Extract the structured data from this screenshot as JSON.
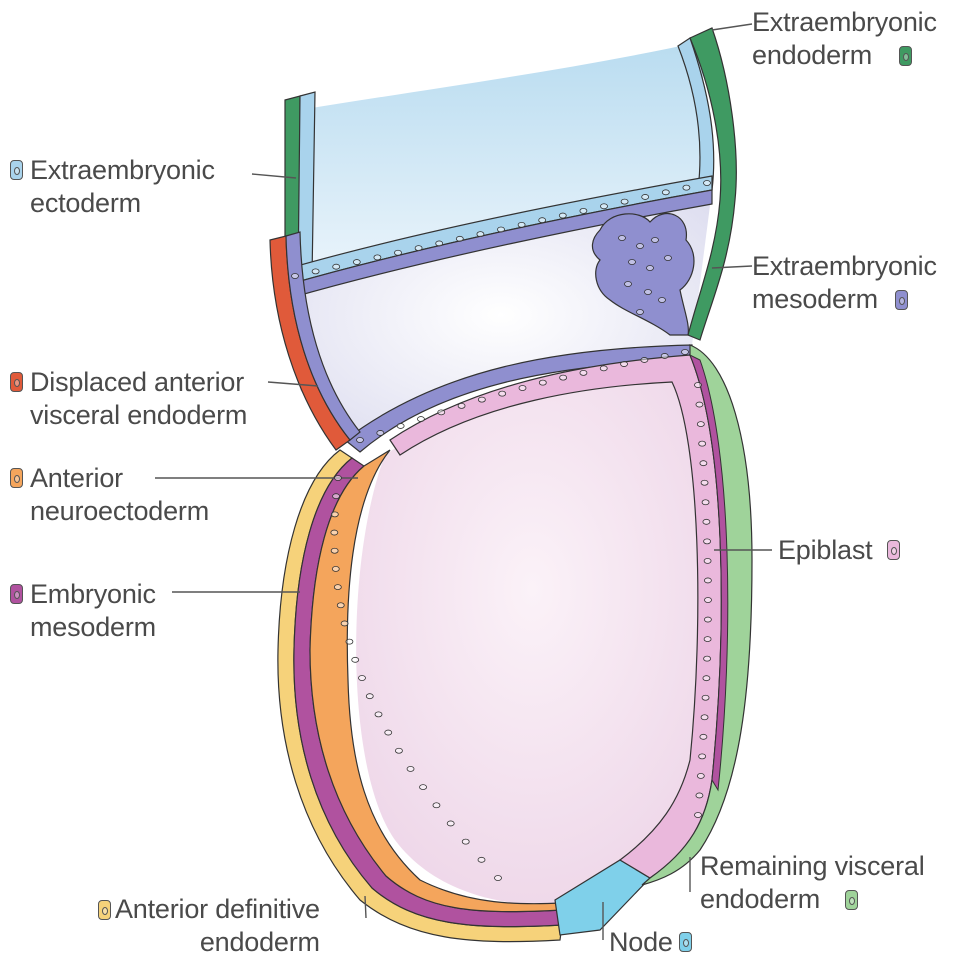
{
  "labels": {
    "extraembryonic_endoderm": {
      "line1": "Extraembryonic",
      "line2": "endoderm"
    },
    "extraembryonic_ectoderm": {
      "line1": "Extraembryonic",
      "line2": "ectoderm"
    },
    "extraembryonic_mesoderm": {
      "line1": "Extraembryonic",
      "line2": "mesoderm"
    },
    "displaced_ave": {
      "line1": "Displaced anterior",
      "line2": "visceral endoderm"
    },
    "anterior_neuroectoderm": {
      "line1": "Anterior",
      "line2": "neuroectoderm"
    },
    "embryonic_mesoderm": {
      "line1": "Embryonic",
      "line2": "mesoderm"
    },
    "epiblast": {
      "line1": "Epiblast"
    },
    "remaining_ve": {
      "line1": "Remaining visceral",
      "line2": "endoderm"
    },
    "anterior_definitive_endoderm": {
      "line1": "Anterior definitive",
      "line2": "endoderm"
    },
    "node": {
      "line1": "Node"
    }
  },
  "colors": {
    "extraembryonic_endoderm": "#3f9a62",
    "extraembryonic_ectoderm": "#a9d3ec",
    "extraembryonic_mesoderm": "#8f8fcf",
    "displaced_ave": "#e05a3a",
    "anterior_neuroectoderm": "#f4a55c",
    "embryonic_mesoderm": "#b0529f",
    "epiblast": "#eab8dc",
    "remaining_ve": "#9fd39a",
    "anterior_definitive_endoderm": "#f6d27a",
    "node": "#7fd0ea",
    "cavity_ectoplacental": "#d8ecf7",
    "cavity_exocoelom": "#e6e6f4",
    "cavity_amniotic": "#f1dcec"
  }
}
